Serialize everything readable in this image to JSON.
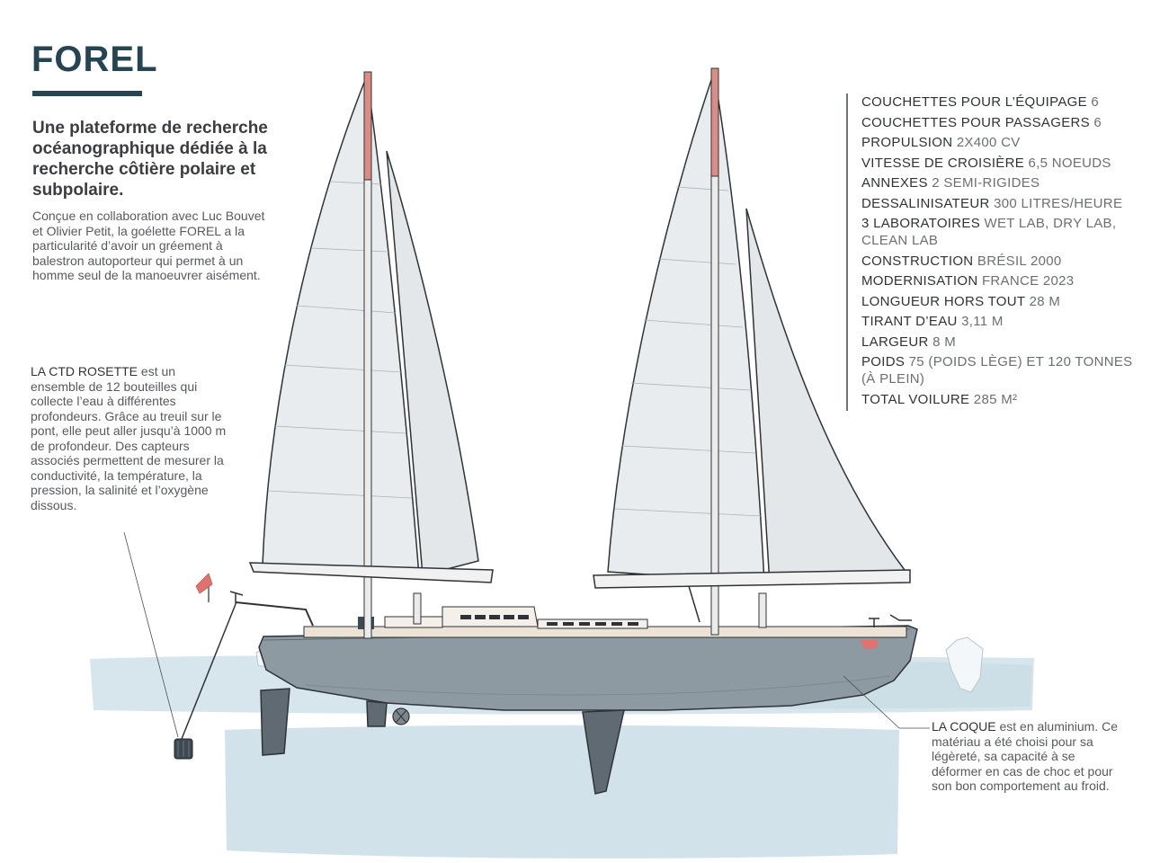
{
  "title": "FOREL",
  "subtitle": "Une plateforme de recherche océanographique dédiée à la recherche côtière polaire et subpolaire.",
  "intro": "Conçue en collaboration avec Luc Bouvet et Olivier Petit, la goélette FOREL a la particularité d’avoir un gréement à balestron autoporteur qui permet à un homme seul de la manoeuvrer aisément.",
  "ctd": {
    "lead": "LA CTD ROSETTE",
    "text": " est un ensemble de 12 bouteilles qui collecte l’eau à différentes profondeurs. Grâce au treuil sur le pont, elle peut aller jusqu’à 1000 m de profondeur. Des capteurs associés permettent de mesurer la conductivité, la température, la pression, la salinité et l’oxygène dissous."
  },
  "coque": {
    "lead": "LA COQUE",
    "text": " est en aluminium. Ce matériau a été choisi pour sa légèreté, sa capacité à se déformer en cas de choc et pour son bon comportement au froid."
  },
  "specs": [
    {
      "label": "COUCHETTES POUR L’ÉQUIPAGE",
      "value": "6"
    },
    {
      "label": "COUCHETTES POUR PASSAGERS",
      "value": "6"
    },
    {
      "label": "PROPULSION",
      "value": "2X400 CV"
    },
    {
      "label": "VITESSE DE CROISIÈRE",
      "value": "6,5 NOEUDS"
    },
    {
      "label": "ANNEXES",
      "value": "2 SEMI-RIGIDES"
    },
    {
      "label": "DESSALINISATEUR",
      "value": "300 LITRES/HEURE"
    },
    {
      "label": "3 LABORATOIRES",
      "value": "WET LAB, DRY LAB, CLEAN LAB"
    },
    {
      "label": "CONSTRUCTION",
      "value": "BRÉSIL 2000"
    },
    {
      "label": "MODERNISATION",
      "value": "FRANCE 2023"
    },
    {
      "label": "LONGUEUR HORS TOUT",
      "value": "28 M"
    },
    {
      "label": "TIRANT D’EAU",
      "value": "3,11 M"
    },
    {
      "label": "LARGEUR",
      "value": "8 M"
    },
    {
      "label": "POIDS",
      "value": "75 (POIDS LÈGE) ET 120 TONNES (À PLEIN)"
    },
    {
      "label": "TOTAL VOILURE",
      "value": "285 M²"
    }
  ],
  "colors": {
    "title": "#264552",
    "water": "#cfe0e8",
    "hull": "#8e9aa2",
    "sail": "#e9ecef",
    "mast_tip": "#d98d84",
    "flag": "#e0736e"
  },
  "icons": {
    "flag": "swiss-flag-icon",
    "ctd": "ctd-rosette-icon",
    "ice": "ice-floe-icon"
  }
}
